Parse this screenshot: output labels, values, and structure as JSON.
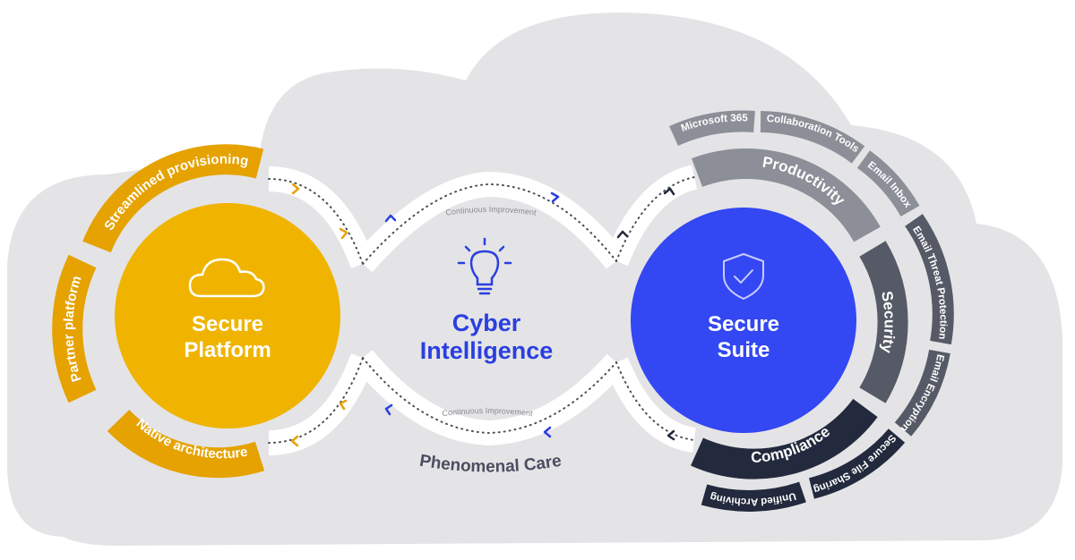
{
  "platform": {
    "title_line1": "Secure",
    "title_line2": "Platform",
    "segments": [
      "Streamlined provisioning",
      "Partner platform",
      "Native architecture"
    ]
  },
  "center": {
    "title_line1": "Cyber",
    "title_line2": "Intelligence",
    "loop_top": "Continuous Improvement",
    "loop_bottom": "Continuous Improvement",
    "footer": "Phenomenal Care"
  },
  "suite": {
    "title_line1": "Secure",
    "title_line2": "Suite",
    "inner_segments": [
      "Productivity",
      "Security",
      "Compliance"
    ],
    "outer_segments": [
      "Microsoft 365",
      "Collaboration Tools",
      "Email Inbox",
      "Email Threat Protection",
      "Email Encryption",
      "Secure File Sharing",
      "Unified Archiving"
    ]
  },
  "colors": {
    "background_cloud": "#e4e4e6",
    "platform_circle": "#f0b400",
    "platform_ring": "#e5a200",
    "suite_circle": "#3347f2",
    "accent_blue": "#2a3fe0",
    "productivity": "#8c8f98",
    "security": "#555a66",
    "compliance": "#232a3d",
    "footer_text": "#4a4e60"
  },
  "icons": [
    "cloud-icon",
    "lightbulb-icon",
    "shield-check-icon"
  ]
}
